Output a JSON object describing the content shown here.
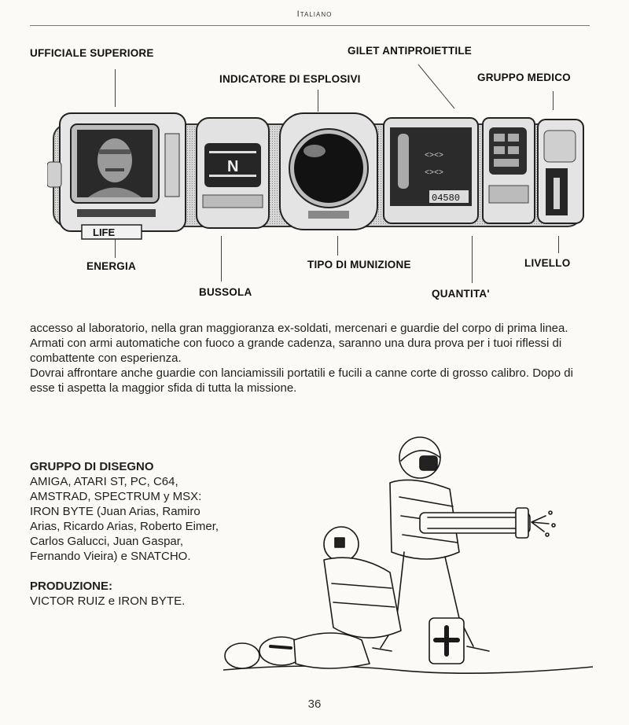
{
  "header": {
    "title": "Italiano"
  },
  "callouts": {
    "ufficiale_superiore": "UFFICIALE SUPERIORE",
    "gilet_antiproiettile": "GILET ANTIPROIETTILE",
    "indicatore_esplosivi": "INDICATORE DI ESPLOSIVI",
    "gruppo_medico": "GRUPPO MEDICO",
    "energia": "ENERGIA",
    "bussola": "BUSSOLA",
    "tipo_munizione": "TIPO DI MUNIZIONE",
    "quantita": "QUANTITA'",
    "livello": "LIVELLO"
  },
  "hud": {
    "life_label": "LIFE",
    "compass_letter": "N",
    "ammo_counter": "04580"
  },
  "body": {
    "p1": "accesso al laboratorio, nella gran maggioranza ex-soldati, mercenari e guardie del corpo di prima linea.",
    "p2": "Armati con armi automatiche con fuoco a grande cadenza, saranno una dura prova per i tuoi riflessi di combattente con esperienza.",
    "p3": "Dovrai affrontare anche guardie con lanciamissili portatili e fucili a canne corte di grosso calibro. Dopo di esse ti aspetta la maggior sfida di tutta la missione."
  },
  "credits": {
    "design_heading": "GRUPPO DI DISEGNO",
    "platforms": "AMIGA, ATARI ST, PC, C64, AMSTRAD, SPECTRUM y MSX:",
    "design_team": "IRON BYTE (Juan Arias, Ramiro Arias, Ricardo Arias, Roberto Eimer, Carlos Galucci, Juan Gaspar, Fernando Vieira) e SNATCHO.",
    "production_heading": "PRODUZIONE:",
    "production_team": "VICTOR RUIZ e IRON BYTE."
  },
  "page_number": "36"
}
